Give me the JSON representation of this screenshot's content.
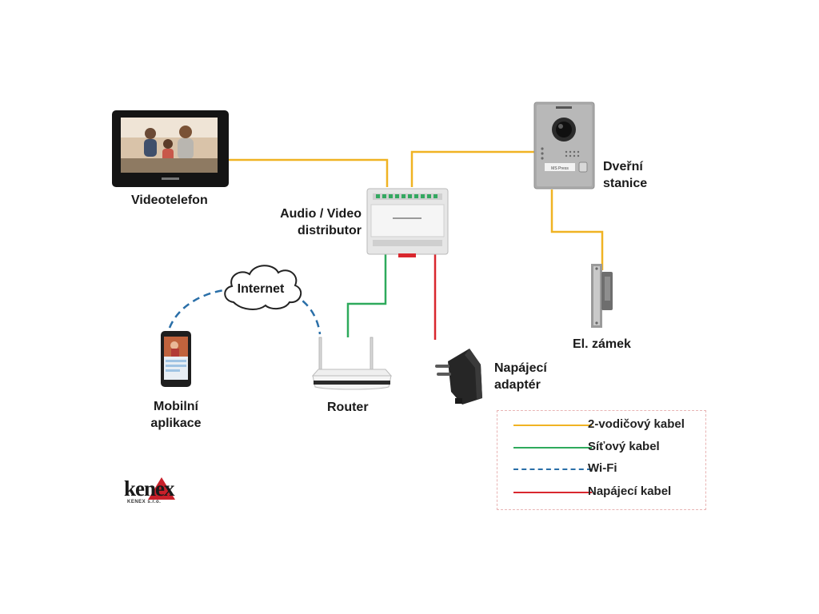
{
  "labels": {
    "videotelefon": "Videotelefon",
    "distributor_1": "Audio / Video",
    "distributor_2": "distributor",
    "door_1": "Dveřní",
    "door_2": "stanice",
    "internet": "Internet",
    "mobile_1": "Mobilní",
    "mobile_2": "aplikace",
    "router": "Router",
    "adapter_1": "Napájecí",
    "adapter_2": "adaptér",
    "lock": "El. zámek"
  },
  "legend": [
    {
      "label": "2-vodičový kabel",
      "color": "#f0b323",
      "style": "solid"
    },
    {
      "label": "Síťový kabel",
      "color": "#2eaa5c",
      "style": "solid"
    },
    {
      "label": "Wi-Fi",
      "color": "#2a6fa8",
      "style": "dashed"
    },
    {
      "label": "Napájecí kabel",
      "color": "#d9272e",
      "style": "solid"
    }
  ],
  "colors": {
    "two_wire": "#f0b323",
    "network": "#2eaa5c",
    "wifi": "#2a6fa8",
    "power": "#d9272e"
  },
  "device_text": {
    "button_label": "MS Press"
  },
  "logo": {
    "name": "kenex",
    "sub": "KENEX s.r.o."
  }
}
